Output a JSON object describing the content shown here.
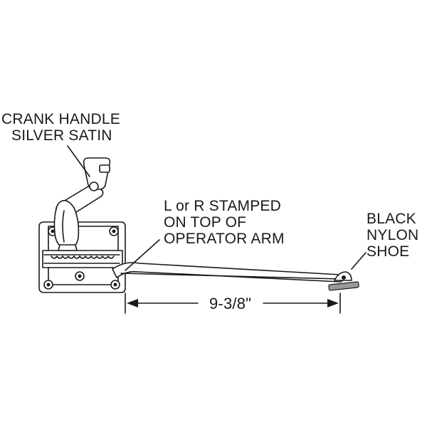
{
  "labels": {
    "crank_handle_line1": "CRANK HANDLE",
    "crank_handle_line2": "SILVER SATIN",
    "stamp_line1": "L or R STAMPED",
    "stamp_line2": "ON TOP OF",
    "stamp_line3": "OPERATOR ARM",
    "shoe_line1": "BLACK",
    "shoe_line2": "NYLON",
    "shoe_line3": "SHOE",
    "dimension": "9-3/8\""
  },
  "colors": {
    "line": "#1a1a1a",
    "background": "#ffffff"
  }
}
